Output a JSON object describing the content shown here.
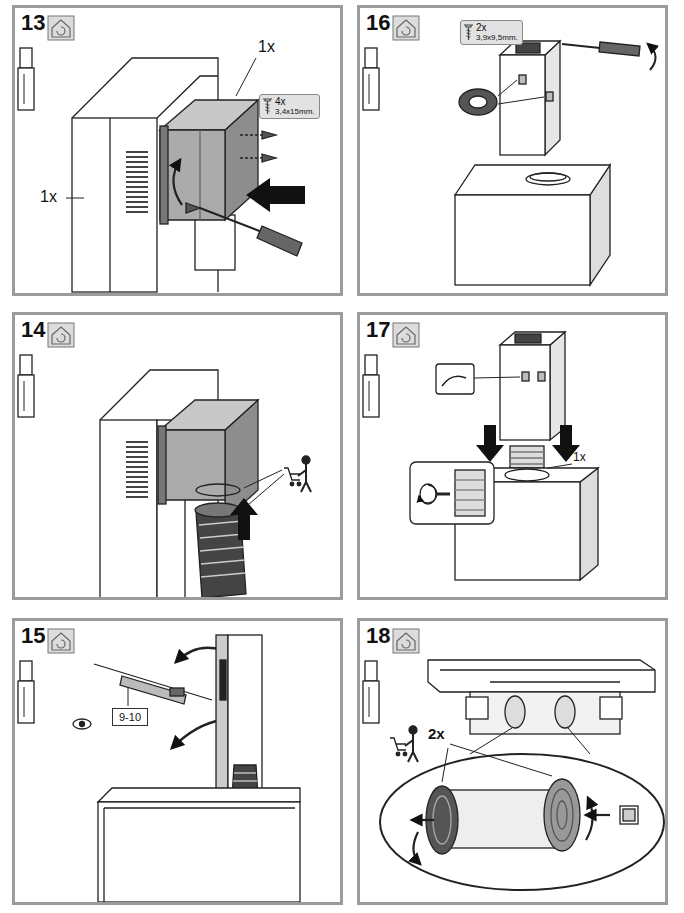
{
  "diagram": {
    "nodes": [
      {
        "text": [
          "13"
        ]
      },
      {
        "text": [
          "4x",
          "3,4x15mm."
        ],
        "in": 0
      },
      {
        "text": [
          "16"
        ]
      },
      {
        "text": [
          "2x",
          "3,9x9,5mm."
        ],
        "in": 2
      },
      {
        "text": [
          "14"
        ]
      },
      {
        "text": [
          "17"
        ]
      },
      {
        "text": [
          "15"
        ]
      },
      {
        "text": [
          "9-10"
        ],
        "in": 6
      },
      {
        "text": [
          "18"
        ]
      }
    ],
    "labels": [
      "1x",
      "1x",
      "1x",
      "2x"
    ]
  }
}
